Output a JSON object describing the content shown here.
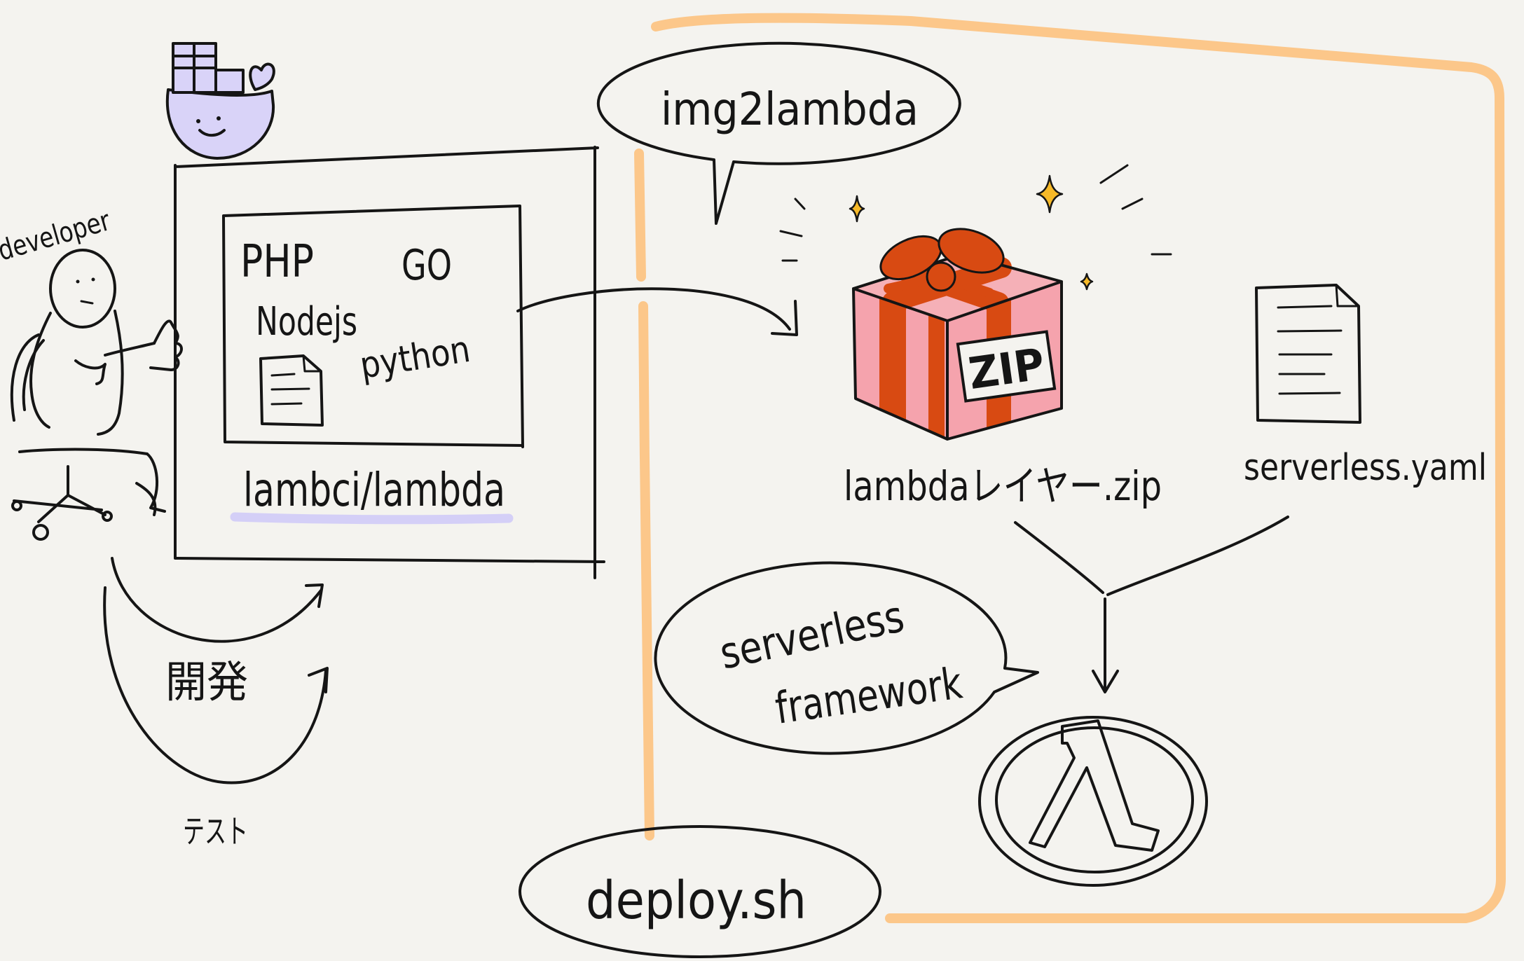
{
  "diagram": {
    "developer_label": "developer",
    "runtime_languages": [
      "PHP",
      "GO",
      "Nodejs",
      "python"
    ],
    "container_label": "lambci/lambda",
    "develop_label": "開発",
    "test_label": "テスト",
    "tool_bubble": "img2lambda",
    "zip_box_label": "ZIP",
    "layer_zip_label": "lambdaレイヤー.zip",
    "config_file_label": "serverless.yaml",
    "framework_bubble": [
      "serverless",
      "framework"
    ],
    "deploy_bubble": "deploy.sh"
  },
  "icons": [
    "docker-whale-icon",
    "developer-figure",
    "document-icon",
    "gift-box-icon",
    "sparkle-icon",
    "aws-lambda-icon"
  ],
  "colors": {
    "background": "#f4f3ef",
    "ink": "#151515",
    "frame_orange": "#fcc78a",
    "docker_purple": "#d9d3f8",
    "underline_purple": "#d4cff7",
    "gift_pink": "#f5a3ad",
    "ribbon_red": "#d84a12",
    "sparkle_yellow": "#f6b928"
  }
}
